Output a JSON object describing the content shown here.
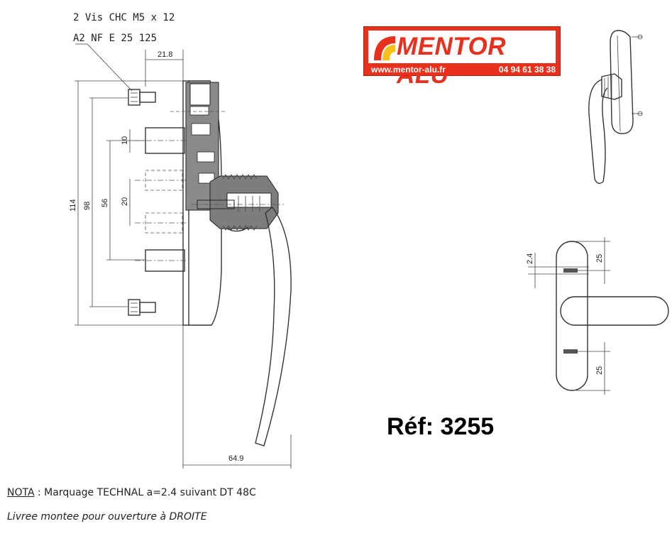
{
  "callout": {
    "screw_line1": "2 Vis CHC M5 x 12",
    "screw_line2": "A2 NF E 25 125"
  },
  "dimensions": {
    "d_21_8": "21.8",
    "d_114": "114",
    "d_98": "98",
    "d_56": "56",
    "d_20": "20",
    "d_10": "10",
    "d_64_9": "64.9",
    "d_2_4": "2.4",
    "d_25_top": "25",
    "d_25_bottom": "25"
  },
  "logo": {
    "brand": "MENTOR ALU",
    "website": "www.mentor-alu.fr",
    "phone": "04 94 61 38 38",
    "colors": {
      "red": "#e8301c",
      "yellow": "#f6c21a"
    }
  },
  "reference": "Réf: 3255",
  "notes": {
    "nota_label": "NOTA",
    "nota_text": ": Marquage TECHNAL a=2.4 suivant DT 48C",
    "line2": "Livree montee pour ouverture à DROITE"
  }
}
